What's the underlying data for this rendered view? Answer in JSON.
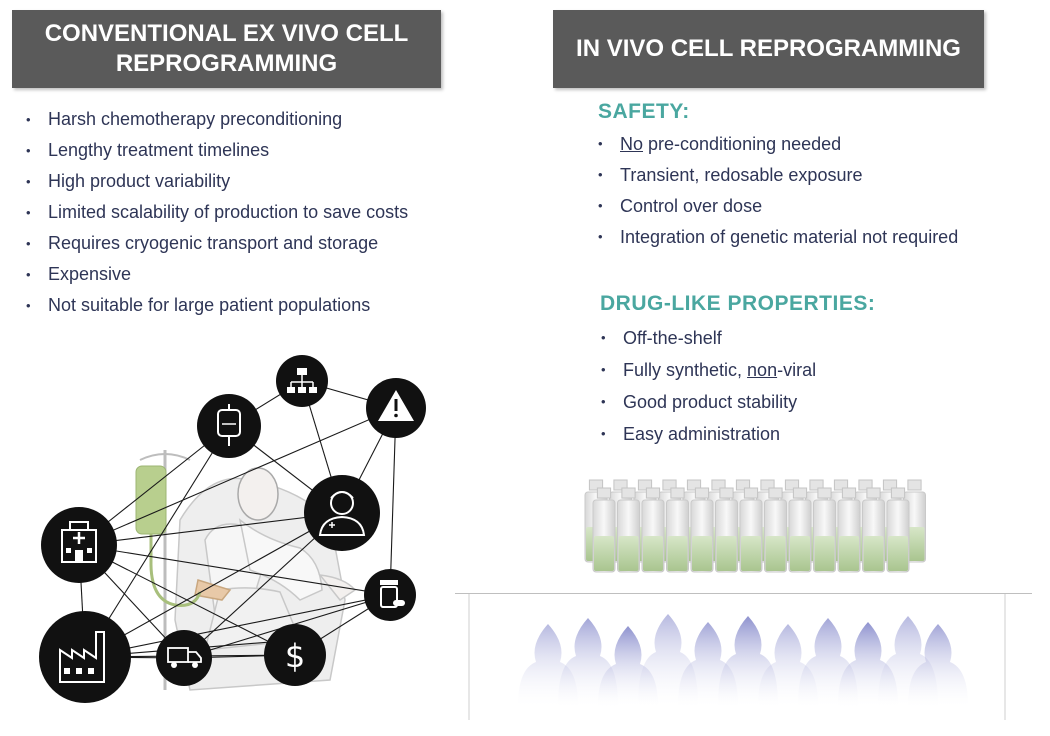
{
  "left_panel": {
    "title_line1": "CONVENTIONAL EX VIVO CELL",
    "title_line2": "REPROGRAMMING",
    "bullets": [
      "Harsh chemotherapy preconditioning",
      "Lengthy treatment timelines",
      "High product variability",
      "Limited scalability of production to save costs",
      "Requires cryogenic transport and storage",
      "Expensive",
      "Not suitable for large patient populations"
    ],
    "icons": [
      "hospital-icon",
      "iv-bag-icon",
      "flowchart-icon",
      "warning-icon",
      "doctor-icon",
      "medicine-bottle-icon",
      "factory-icon",
      "truck-icon",
      "dollar-icon"
    ]
  },
  "right_panel": {
    "title": "IN VIVO CELL REPROGRAMMING",
    "safety": {
      "title": "SAFETY:",
      "b1_underlined": "No",
      "b1_rest": " pre-conditioning needed",
      "b2": "Transient, redosable exposure",
      "b3": "Control over dose",
      "b4": "Integration of genetic material not required"
    },
    "druglike": {
      "title": "DRUG-LIKE PROPERTIES:",
      "b1": "Off-the-shelf",
      "b2_pre": "Fully synthetic, ",
      "b2_underlined": "non",
      "b2_post": "-viral",
      "b3": "Good product stability",
      "b4": "Easy administration"
    }
  },
  "colors": {
    "header_bg": "#5a5a5a",
    "body_text": "#2e3556",
    "accent_teal": "#4aa7a0",
    "vial_liquid": "#b5cf9e",
    "crowd": "#7b7fc4"
  }
}
